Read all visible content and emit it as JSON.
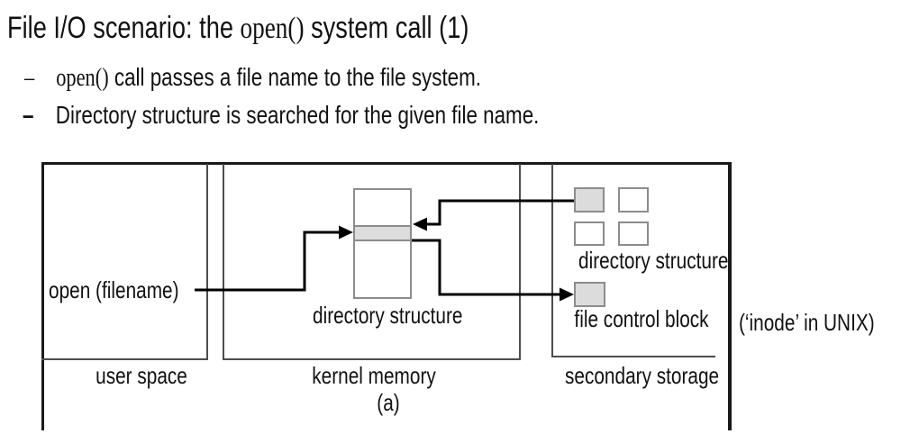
{
  "colors": {
    "bg": "#ffffff",
    "ink": "#111111",
    "frame": "#1a1a1a",
    "boxline": "#4d4d4d",
    "thinline": "#8c8c8c",
    "shade": "#dcdcdc",
    "arrow": "#000000"
  },
  "slide": {
    "title": {
      "prefix": "File I/O scenario: the ",
      "code": "open()",
      "suffix": " system call (1)"
    },
    "bullets": [
      {
        "marker": "–",
        "code": "open()",
        "text": " call passes a file name to the file system."
      },
      {
        "marker": "–",
        "text": "Directory structure is searched for the given file name."
      }
    ]
  },
  "diagram": {
    "user_space": {
      "call_label": "open (filename)",
      "region_label": "user space"
    },
    "kernel": {
      "structure_label": "directory structure",
      "region_label": "kernel memory"
    },
    "secondary": {
      "structure_label": "directory structure",
      "fcb_label": "file control block",
      "region_label": "secondary storage"
    },
    "subfigure_label": "(a)",
    "note": "(‘inode’ in UNIX)"
  }
}
